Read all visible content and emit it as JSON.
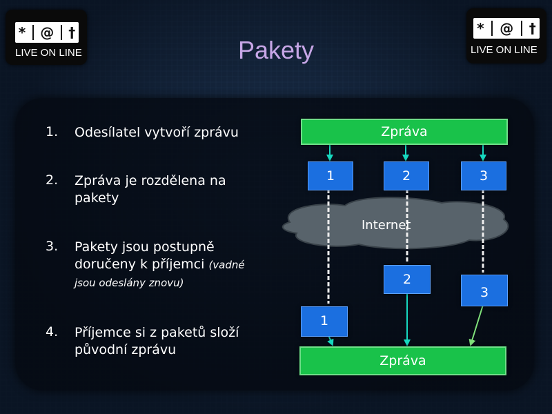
{
  "header": {
    "title": "Pakety",
    "logo_left": {
      "icons": [
        "*",
        "@",
        "†"
      ],
      "text": "LIVE ON LINE"
    },
    "logo_right": {
      "icons": [
        "*",
        "@",
        "†"
      ],
      "text": "LIVE ON LINE"
    }
  },
  "steps": [
    {
      "num": "1.",
      "text": "Odesílatel vytvoří zprávu"
    },
    {
      "num": "2.",
      "text": "Zpráva je rozdělena na pakety"
    },
    {
      "num": "3.",
      "text": "Pakety jsou postupně doručeny k příjemci",
      "note": "(vadné jsou odeslány znovu)"
    },
    {
      "num": "4.",
      "text": "Příjemce si z paketů složí původní zprávu"
    }
  ],
  "diagram": {
    "top_message": "Zpráva",
    "packets_top": [
      "1",
      "2",
      "3"
    ],
    "network": "Internet",
    "packets_bottom": [
      "1",
      "2",
      "3"
    ],
    "bottom_message": "Zpráva"
  },
  "colors": {
    "message_bar": "#19c24a",
    "packet": "#1b6fe0",
    "title": "#c7a6e6",
    "cloud": "#5d6870"
  }
}
